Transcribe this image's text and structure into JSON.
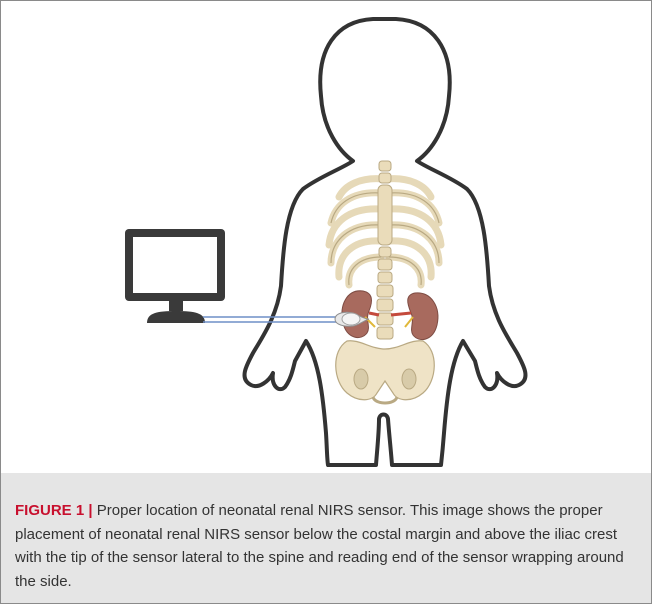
{
  "figure": {
    "label": "FIGURE 1",
    "separator": " | ",
    "caption": "Proper location of neonatal renal NIRS sensor. This image shows the proper placement of neonatal renal NIRS sensor below the costal margin and above the iliac crest with the tip of the sensor lateral to the spine and reading end of the sensor wrapping around the side."
  },
  "colors": {
    "label_red": "#c8102e",
    "caption_bg": "#e5e5e5",
    "monitor": "#3a3a3a",
    "bone": "#efe3c6",
    "kidney": "#a86a5e",
    "cable": "#6f8fc7"
  },
  "icons": [
    "monitor-icon",
    "infant-silhouette",
    "rib-cage",
    "kidney-left",
    "kidney-right",
    "pelvis",
    "nirs-sensor"
  ]
}
